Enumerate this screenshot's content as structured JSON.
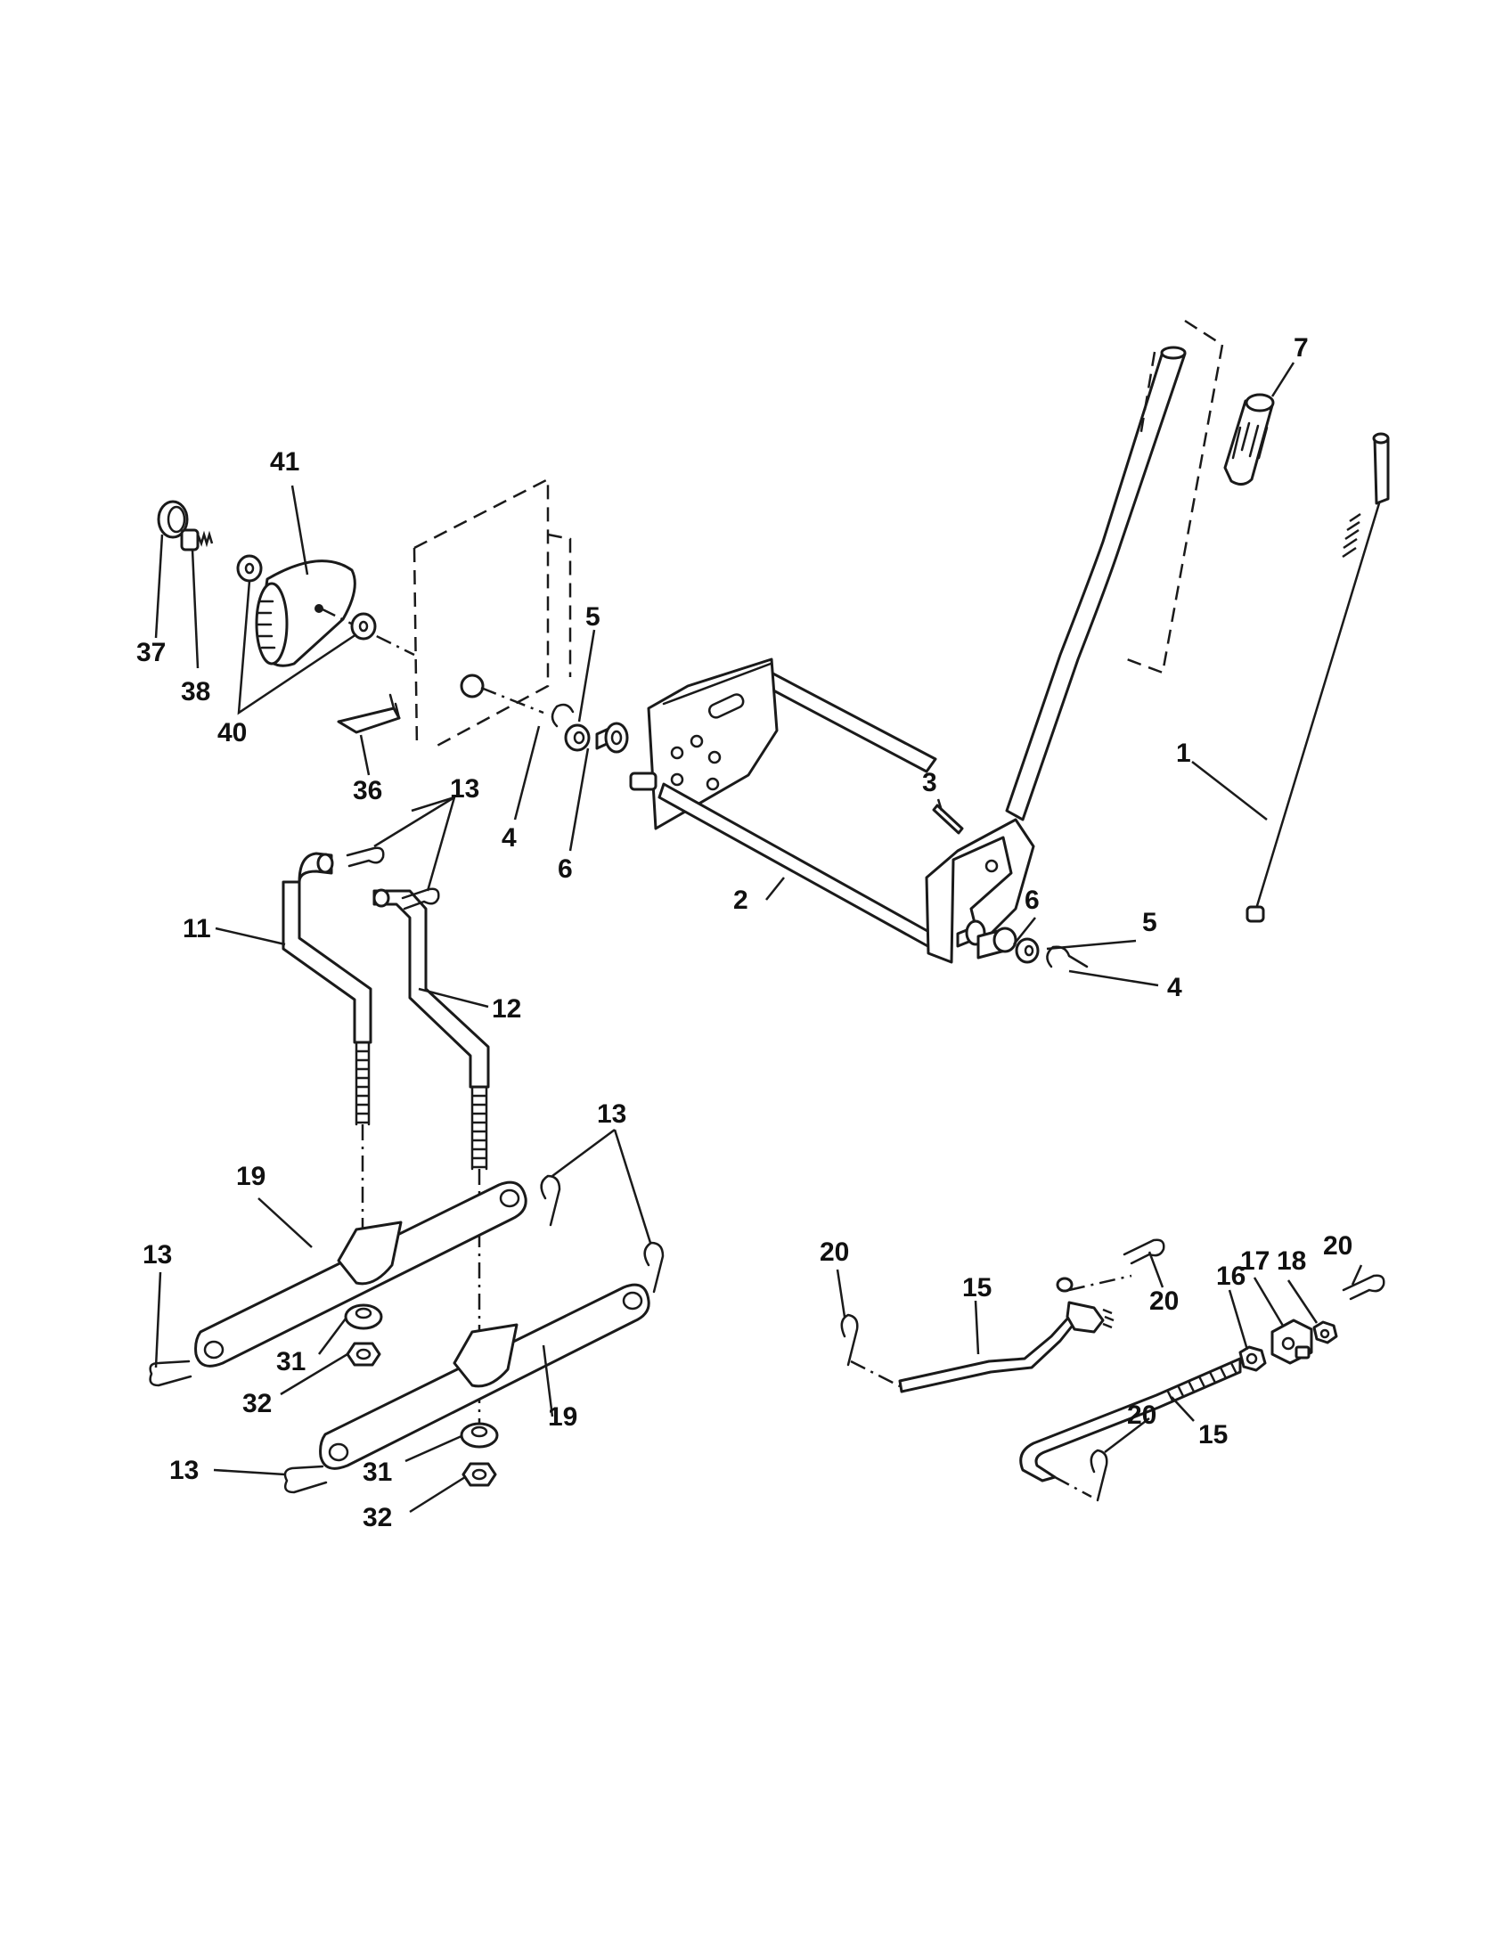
{
  "labels": {
    "1": "1",
    "2": "2",
    "3": "3",
    "4a": "4",
    "4b": "4",
    "5a": "5",
    "5b": "5",
    "6a": "6",
    "6b": "6",
    "7": "7",
    "11": "11",
    "12": "12",
    "13a": "13",
    "13b": "13",
    "13c": "13",
    "13d": "13",
    "15a": "15",
    "15b": "15",
    "16": "16",
    "17": "17",
    "18": "18",
    "19a": "19",
    "19b": "19",
    "20a": "20",
    "20b": "20",
    "20c": "20",
    "20d": "20",
    "31a": "31",
    "31b": "31",
    "32a": "32",
    "32b": "32",
    "36": "36",
    "37": "37",
    "38": "38",
    "40": "40",
    "41": "41"
  }
}
